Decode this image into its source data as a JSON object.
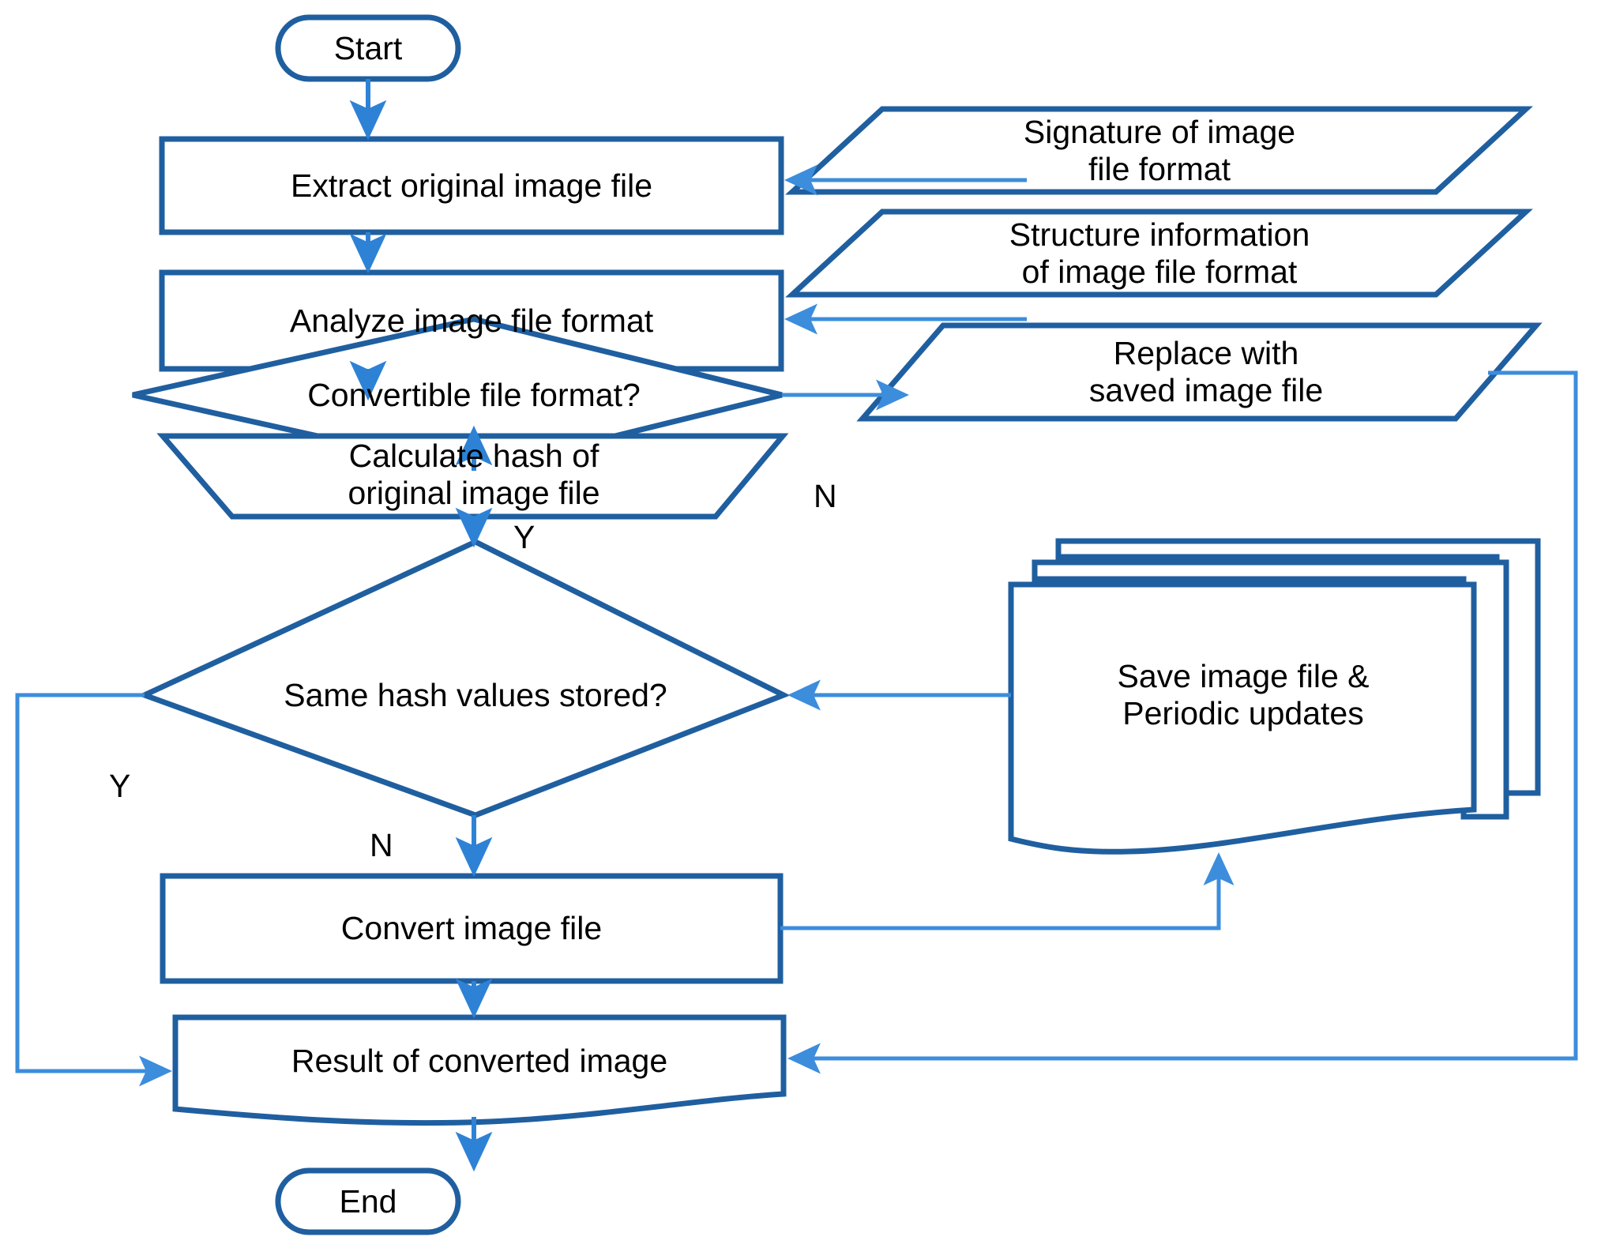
{
  "diagram": {
    "title": "Image file format conversion and verification flowchart",
    "colors": {
      "shape_stroke_dark": "#1F5FA0",
      "shape_stroke_dark2": "#1B5C9E",
      "connector": "#2E82D6",
      "text": "#000000",
      "background": "#FFFFFF"
    },
    "nodes": {
      "start": {
        "label": "Start",
        "shape": "terminator"
      },
      "extract": {
        "label": "Extract original image file",
        "shape": "process"
      },
      "analyze": {
        "label": "Analyze image file format",
        "shape": "process"
      },
      "signature": {
        "label": "Signature of image\nfile format",
        "shape": "data-parallelogram"
      },
      "structure": {
        "label": "Structure information\nof image file format",
        "shape": "data-parallelogram"
      },
      "convertible": {
        "label": "Convertible file format?",
        "shape": "decision"
      },
      "replace": {
        "label": "Replace with\nsaved image file",
        "shape": "data-parallelogram"
      },
      "calchash": {
        "label": "Calculate hash of\noriginal image file",
        "shape": "inverted-trapezoid"
      },
      "samehash": {
        "label": "Same hash values stored?",
        "shape": "decision"
      },
      "saveupdates": {
        "label": "Save image file &\nPeriodic updates",
        "shape": "multi-document"
      },
      "convert": {
        "label": "Convert image file",
        "shape": "process"
      },
      "result": {
        "label": "Result of converted image",
        "shape": "document"
      },
      "end": {
        "label": "End",
        "shape": "terminator"
      }
    },
    "edge_labels": {
      "convertible_no": "N",
      "convertible_yes": "Y",
      "samehash_yes": "Y",
      "samehash_no": "N"
    }
  }
}
